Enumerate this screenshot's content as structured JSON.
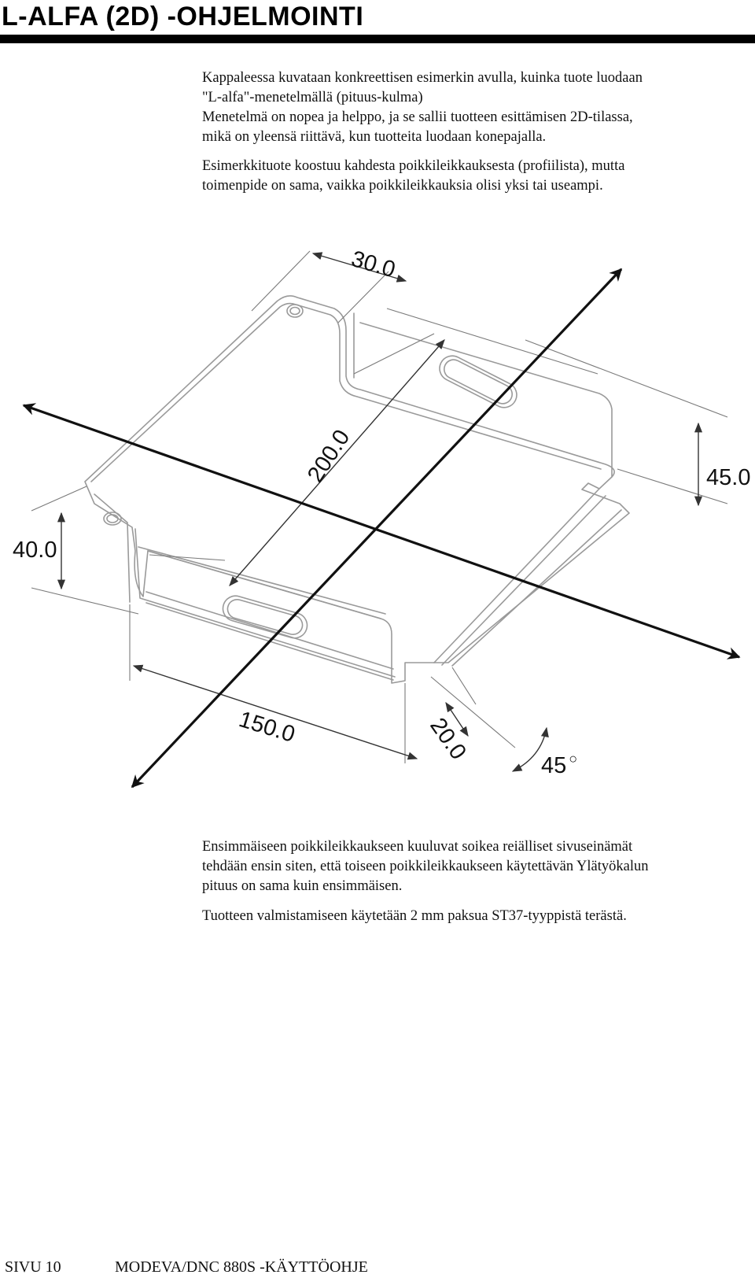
{
  "header": {
    "title": "L-ALFA (2D) -OHJELMOINTI"
  },
  "intro": {
    "p1_line1": "Kappaleessa kuvataan konkreettisen esimerkin avulla, kuinka tuote luodaan",
    "p1_line2": "\"L-alfa\"-menetelmällä (pituus-kulma)",
    "p1_line3": "Menetelmä on nopea ja helppo, ja se sallii tuotteen esittämisen 2D-tilassa,",
    "p1_line4": "mikä on yleensä riittävä, kun tuotteita luodaan konepajalla.",
    "p2_line1": "Esimerkkituote koostuu kahdesta poikkileikkauksesta (profiilista), mutta",
    "p2_line2": "toimenpide on sama, vaikka poikkileikkauksia olisi yksi tai useampi."
  },
  "drawing": {
    "dimensions": {
      "d30": "30.0",
      "d200": "200.0",
      "d45": "45.0",
      "d40": "40.0",
      "d150": "150.0",
      "d20": "20.0",
      "angle": "45"
    },
    "colors": {
      "part_outline": "#9a9a9a",
      "axis": "#111111",
      "dimension": "#333333"
    }
  },
  "outro": {
    "p1_line1": "Ensimmäiseen poikkileikkaukseen kuuluvat soikea reiälliset sivuseinämät",
    "p1_line2": "tehdään ensin siten, että toiseen poikkileikkaukseen käytettävän Ylätyökalun",
    "p1_line3": "pituus on sama kuin ensimmäisen.",
    "p2_line1": "Tuotteen valmistamiseen käytetään 2 mm paksua ST37-tyyppistä terästä."
  },
  "footer": {
    "page": "SIVU 10",
    "document": "MODEVA/DNC 880S -KÄYTTÖOHJE"
  }
}
